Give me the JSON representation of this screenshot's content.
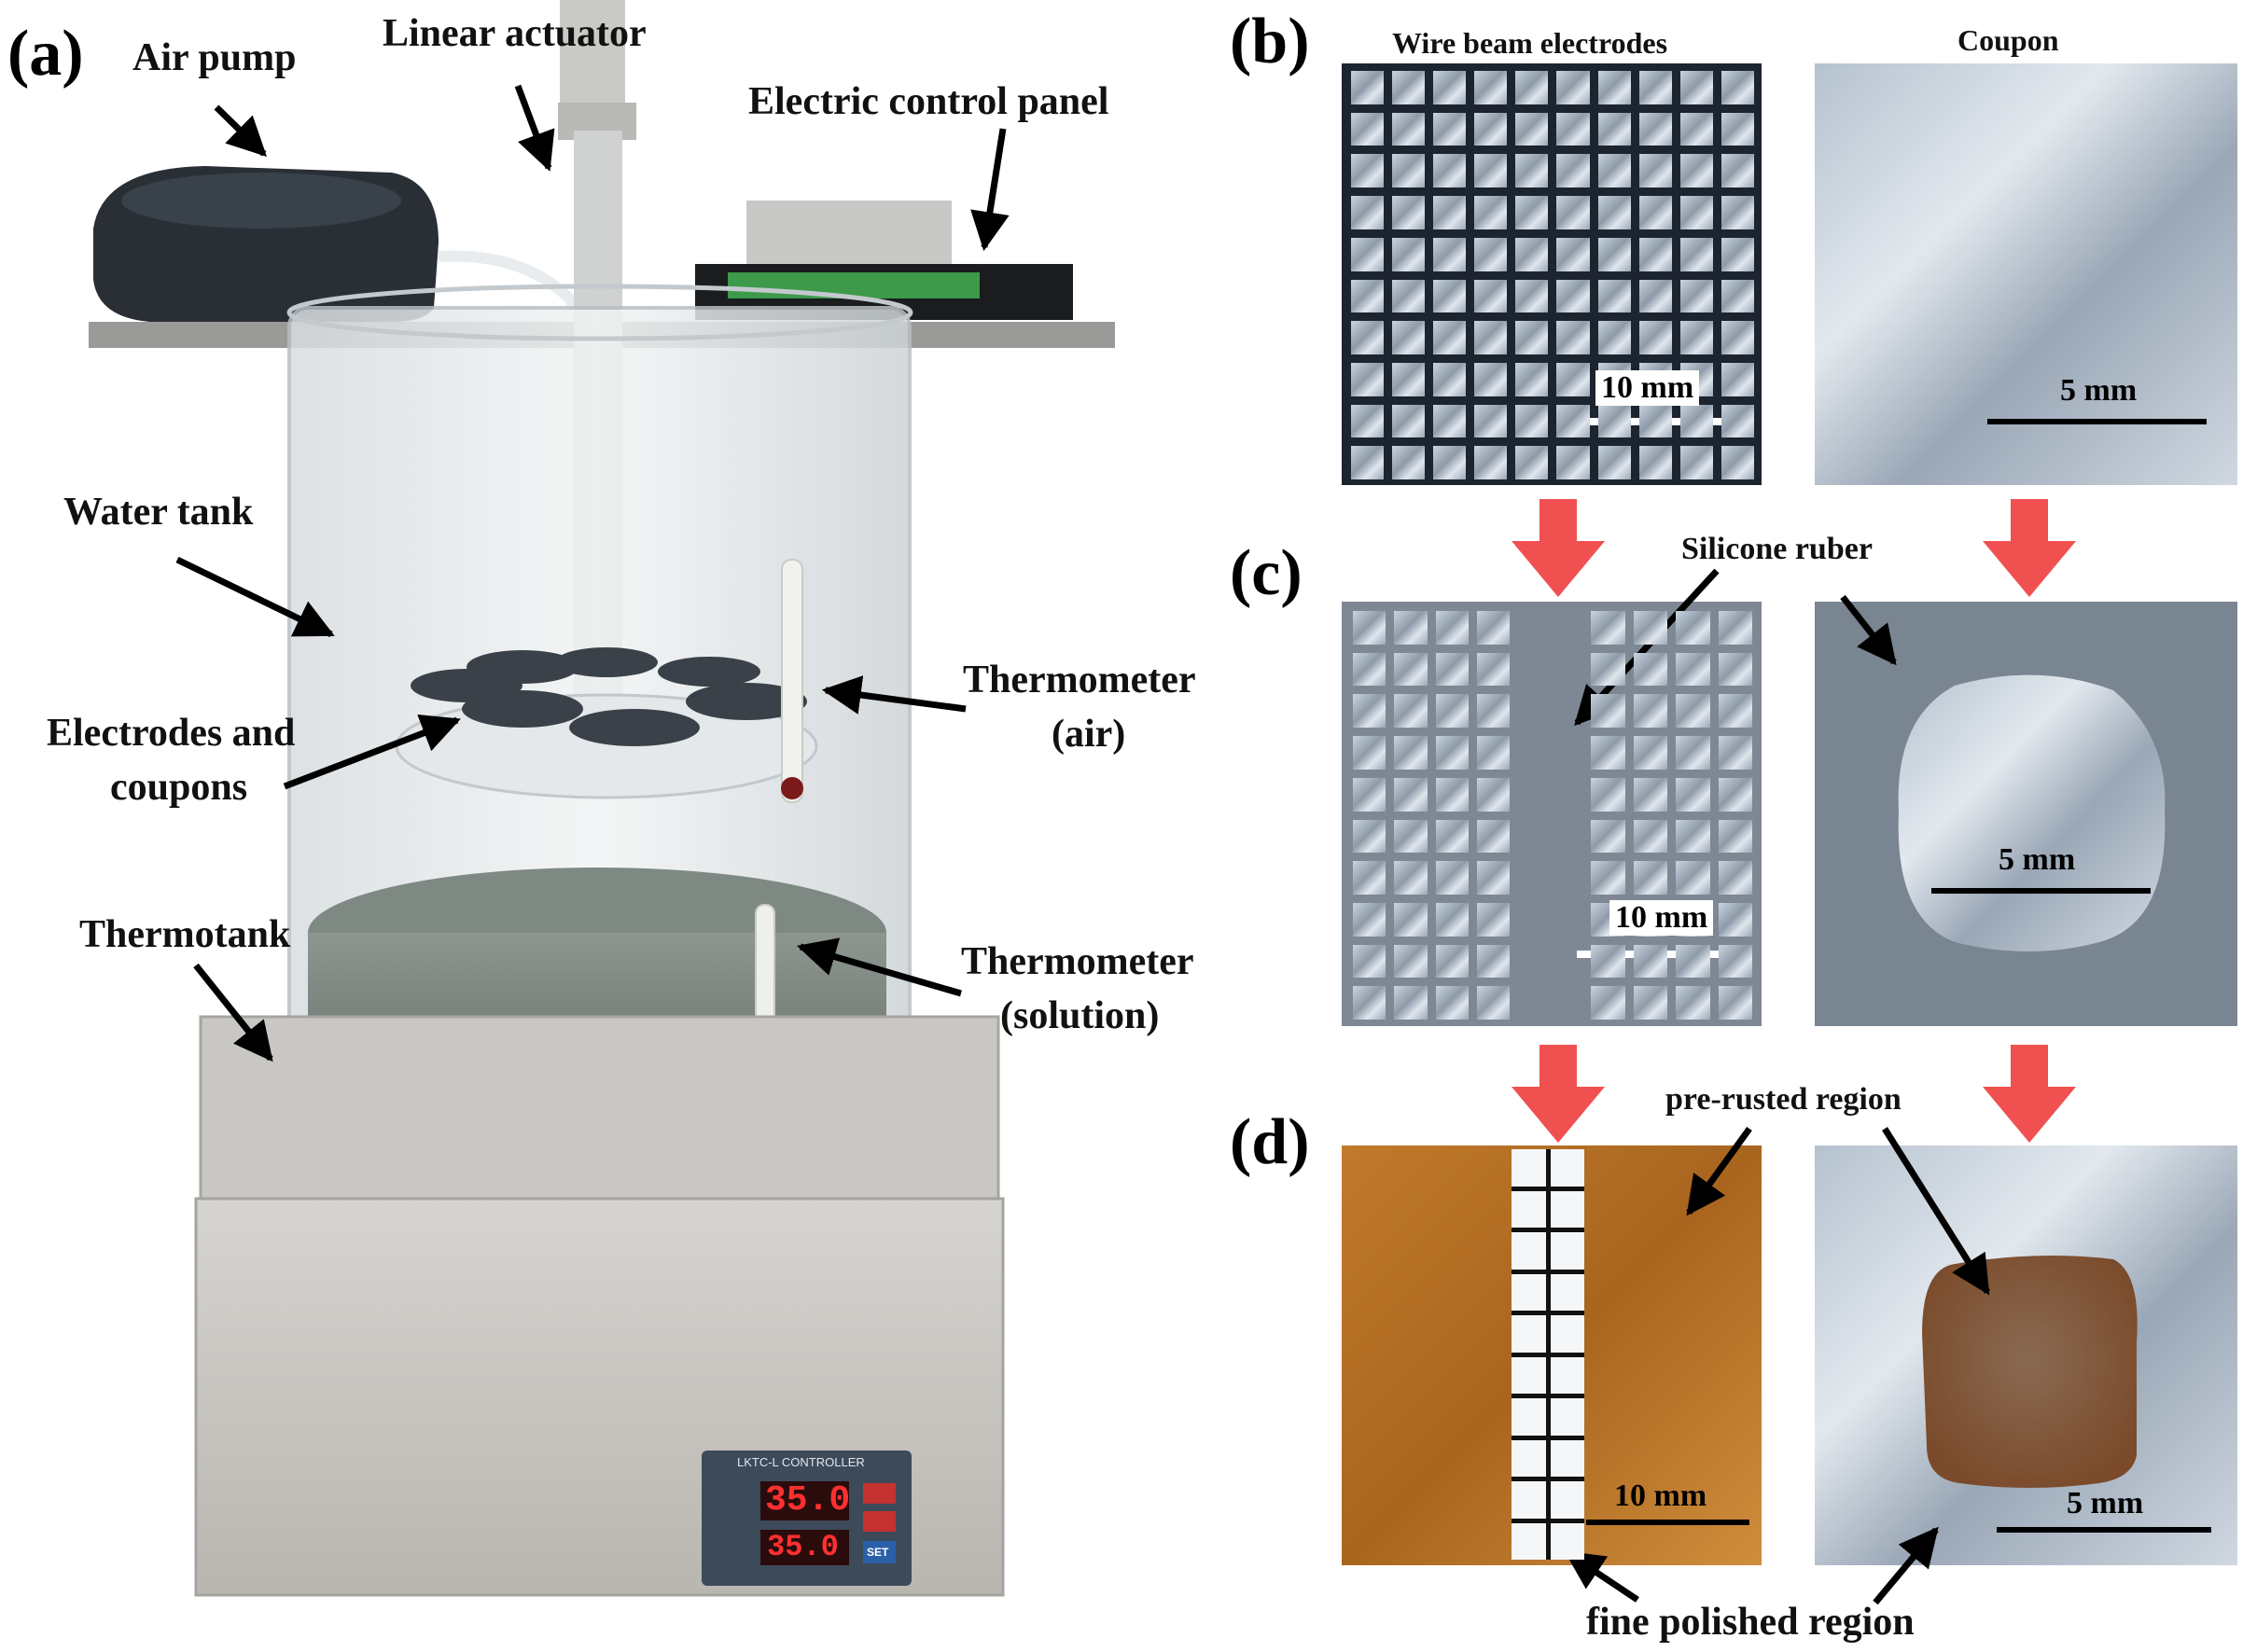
{
  "panels": {
    "a": "(a)",
    "b": "(b)",
    "c": "(c)",
    "d": "(d)"
  },
  "labels_a": {
    "air_pump": "Air pump",
    "linear_actuator": "Linear actuator",
    "electric_control_panel": "Electric control panel",
    "water_tank": "Water tank",
    "electrodes_line1": "Electrodes and",
    "electrodes_line2": "coupons",
    "thermometer_air_line1": "Thermometer",
    "thermometer_air_line2": "(air)",
    "thermotank": "Thermotank",
    "thermometer_sol_line1": "Thermometer",
    "thermometer_sol_line2": "(solution)"
  },
  "controller": {
    "title": "LKTC-L CONTROLLER",
    "top_display": "35.0",
    "bottom_display": "35.0",
    "set_label": "SET"
  },
  "labels_bcd": {
    "wire_beam": "Wire beam electrodes",
    "coupon": "Coupon",
    "silicone": "Silicone ruber",
    "pre_rusted": "pre-rusted region",
    "fine_polished": "fine polished region",
    "scale_10mm": "10 mm",
    "scale_5mm": "5 mm"
  },
  "colors": {
    "arrow_red": "#f05050",
    "rust": "#b8742a",
    "metal": "#aeb9c6",
    "silicone": "#7d8894"
  }
}
